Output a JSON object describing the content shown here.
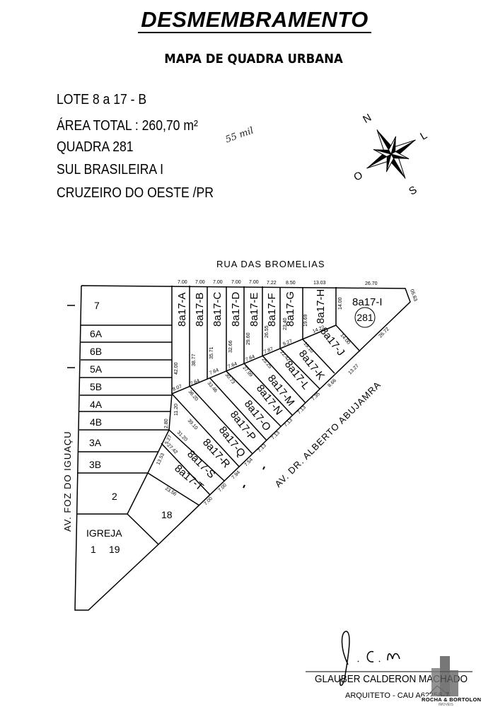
{
  "header": {
    "title": "DESMEMBRAMENTO",
    "subtitle": "MAPA DE QUADRA URBANA"
  },
  "info": {
    "lote": "LOTE  8  a 17 - B",
    "area": "ÁREA TOTAL :  260,70 m²",
    "quadra": "QUADRA 281",
    "bairro": "SUL BRASILEIRA I",
    "cidade": "CRUZEIRO DO OESTE /PR",
    "handwritten_note": "55 mil"
  },
  "compass": {
    "n": "N",
    "l": "L",
    "s": "S",
    "o": "O"
  },
  "map": {
    "streets": {
      "top": "RUA DAS BROMELIAS",
      "left": "AV. FOZ DO IGUAÇU",
      "diagonal": "AV. DR. ALBERTO ABUJAMRA"
    },
    "neighbor_lots": [
      "7",
      "6A",
      "6B",
      "5A",
      "5B",
      "4A",
      "4B",
      "3A",
      "3B",
      "2",
      "18",
      "IGREJA",
      "1",
      "19"
    ],
    "lots": [
      "8a17-A",
      "8a17-B",
      "8a17-C",
      "8a17-D",
      "8a17-E",
      "8a17-F",
      "8a17-G",
      "8a17-H",
      "8a17-I",
      "8a17-J",
      "8a17-K",
      "8a17-L",
      "8a17-M",
      "8a17-N",
      "8a17-O",
      "8a17-P",
      "8a17-Q",
      "8a17-R",
      "8a17-S",
      "8a17-T"
    ],
    "quadra_number": "281",
    "top_dims": [
      "7.00",
      "7.00",
      "7.00",
      "7.00",
      "7.00",
      "7.22",
      "8.50",
      "13.03",
      "26.70",
      "05.63"
    ],
    "side_dims": [
      "42.00",
      "38.77",
      "35.71",
      "32.66",
      "29.60",
      "26.55",
      "23.40",
      "19.69",
      "14.00"
    ],
    "back_dims": [
      "8.07",
      "7.64",
      "7.64",
      "7.64",
      "7.64",
      "7.87",
      "9.27",
      "14.22"
    ],
    "diag_dims": [
      "14.00",
      "19.10",
      "22.42",
      "25.25",
      "27.99",
      "30.73",
      "33.46",
      "36.20",
      "39.10",
      "31.20",
      "27.42",
      "13.53",
      "5.27",
      "11.20",
      "2.80",
      "23.56"
    ],
    "avenue_dims": [
      "26.72",
      "13.27",
      "8.66",
      "7.35",
      "7.13",
      "7.13",
      "7.13",
      "7.13",
      "7.54",
      "7.94",
      "7.00",
      "7.00"
    ]
  },
  "signature": {
    "name": "GLAUBER CALDERON MACHADO",
    "role": "ARQUITETO - CAU  A62256-7",
    "logo_name": "ROCHA & BORTOLON",
    "logo_sub": "IMOVEIS"
  }
}
